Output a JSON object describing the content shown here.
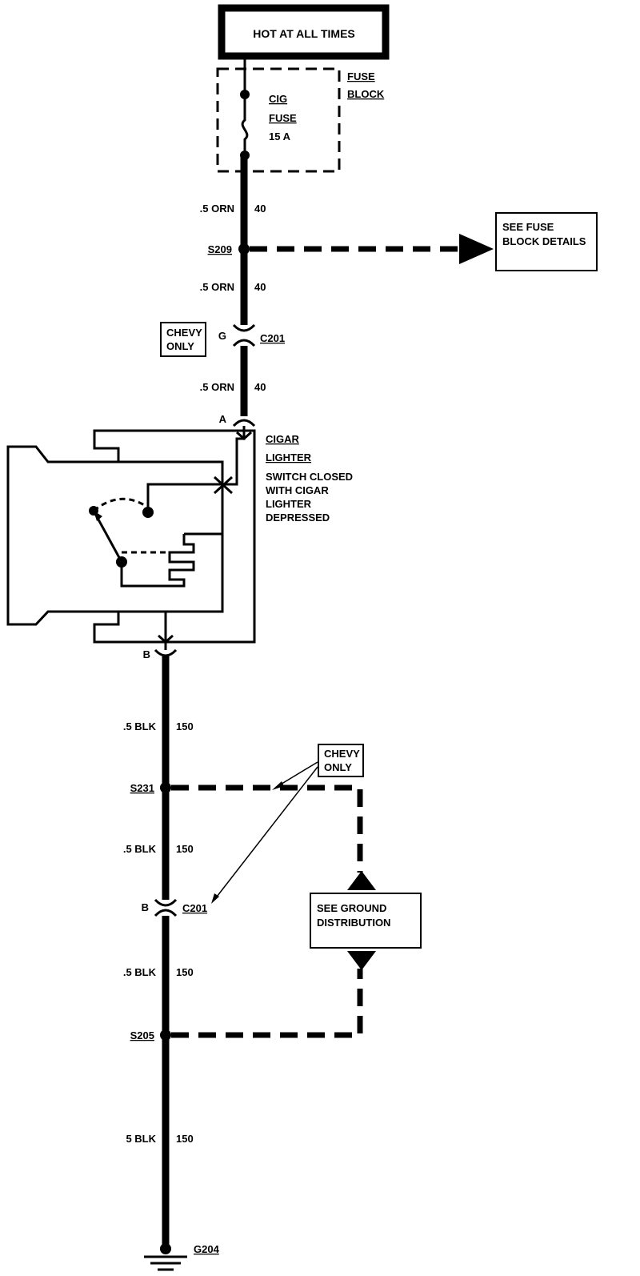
{
  "power_source": {
    "label": "HOT AT ALL TIMES"
  },
  "fuse_block": {
    "label_line1": "FUSE",
    "label_line2": "BLOCK",
    "fuse_line1": "CIG",
    "fuse_line2": "FUSE",
    "fuse_rating": "15 A"
  },
  "wires": {
    "top_1": {
      "gauge_color": ".5 ORN",
      "circuit": "40"
    },
    "top_2": {
      "gauge_color": ".5 ORN",
      "circuit": "40"
    },
    "top_3": {
      "gauge_color": ".5 ORN",
      "circuit": "40"
    },
    "bot_1": {
      "gauge_color": ".5 BLK",
      "circuit": "150"
    },
    "bot_2": {
      "gauge_color": ".5 BLK",
      "circuit": "150"
    },
    "bot_3": {
      "gauge_color": ".5 BLK",
      "circuit": "150"
    },
    "bot_4": {
      "gauge_color": "5 BLK",
      "circuit": "150"
    }
  },
  "splices": {
    "s209": "S209",
    "s231": "S231",
    "s205": "S205"
  },
  "connectors": {
    "c201_top": {
      "name": "C201",
      "pin": "G"
    },
    "lighter_a": {
      "pin": "A"
    },
    "lighter_b": {
      "pin": "B"
    },
    "c201_bottom": {
      "name": "C201",
      "pin": "B"
    }
  },
  "ground": {
    "name": "G204"
  },
  "notes": {
    "chevy_only_top": {
      "line1": "CHEVY",
      "line2": "ONLY"
    },
    "chevy_only_bottom": {
      "line1": "CHEVY",
      "line2": "ONLY"
    },
    "see_fuse_block": {
      "line1": "SEE FUSE",
      "line2": "BLOCK DETAILS"
    },
    "see_ground": {
      "line1": "SEE GROUND",
      "line2": "DISTRIBUTION"
    }
  },
  "component": {
    "name_line1": "CIGAR",
    "name_line2": "LIGHTER",
    "desc_line1": "SWITCH CLOSED",
    "desc_line2": "WITH CIGAR",
    "desc_line3": "LIGHTER",
    "desc_line4": "DEPRESSED"
  }
}
